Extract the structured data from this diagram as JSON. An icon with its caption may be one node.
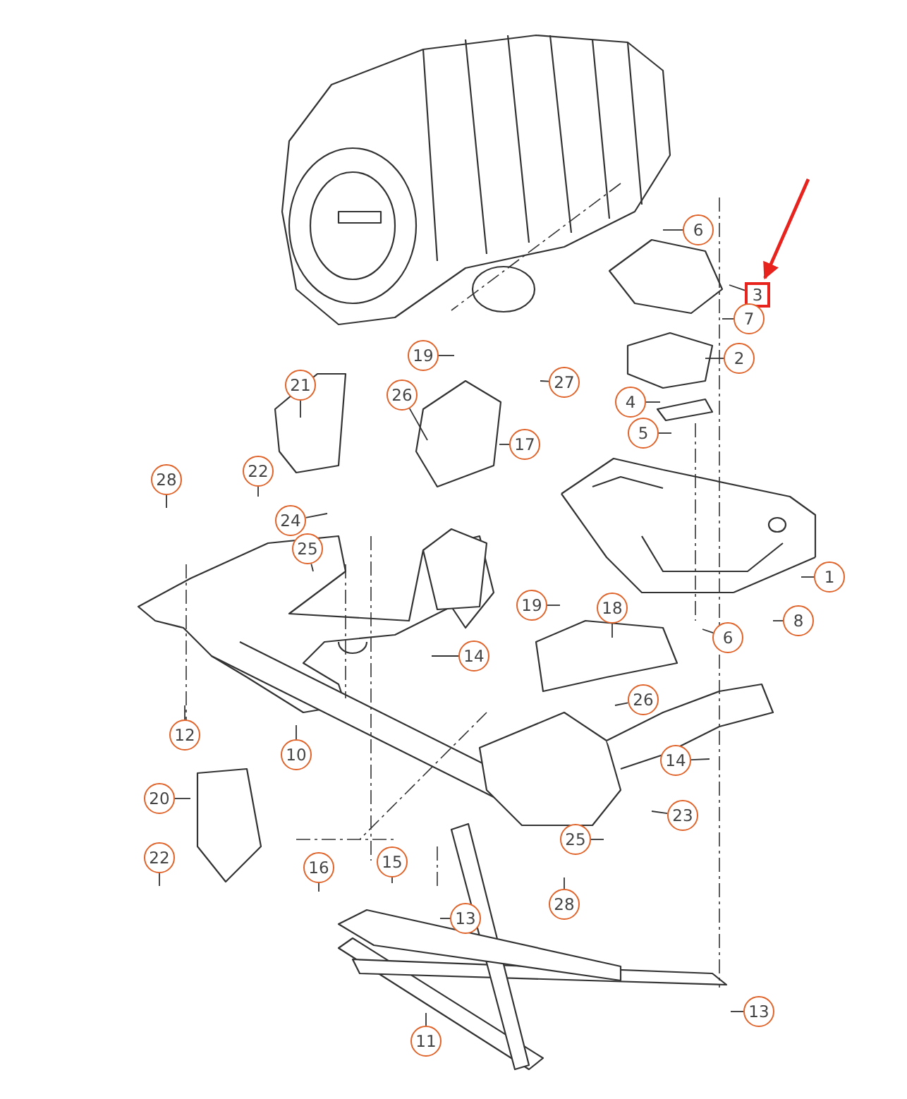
{
  "diagram": {
    "nodes": [
      {
        "text": [
          "6"
        ]
      },
      {
        "text": [
          "3"
        ]
      },
      {
        "text": [
          "7"
        ]
      },
      {
        "text": [
          "2"
        ]
      },
      {
        "text": [
          "19"
        ]
      },
      {
        "text": [
          "27"
        ]
      },
      {
        "text": [
          "26"
        ]
      },
      {
        "text": [
          "21"
        ]
      },
      {
        "text": [
          "4"
        ]
      },
      {
        "text": [
          "17"
        ]
      },
      {
        "text": [
          "5"
        ]
      },
      {
        "text": [
          "22"
        ]
      },
      {
        "text": [
          "28"
        ]
      },
      {
        "text": [
          "24"
        ]
      },
      {
        "text": [
          "25"
        ]
      },
      {
        "text": [
          "1"
        ]
      },
      {
        "text": [
          "19"
        ]
      },
      {
        "text": [
          "18"
        ]
      },
      {
        "text": [
          "6"
        ]
      },
      {
        "text": [
          "8"
        ]
      },
      {
        "text": [
          "14"
        ]
      },
      {
        "text": [
          "12"
        ]
      },
      {
        "text": [
          "26"
        ]
      },
      {
        "text": [
          "10"
        ]
      },
      {
        "text": [
          "14"
        ]
      },
      {
        "text": [
          "20"
        ]
      },
      {
        "text": [
          "23"
        ]
      },
      {
        "text": [
          "25"
        ]
      },
      {
        "text": [
          "22"
        ]
      },
      {
        "text": [
          "16"
        ]
      },
      {
        "text": [
          "15"
        ]
      },
      {
        "text": [
          "28"
        ]
      },
      {
        "text": [
          "13"
        ]
      },
      {
        "text": [
          "13"
        ]
      },
      {
        "text": [
          "11"
        ]
      }
    ],
    "edges": [
      {
        "from": 0,
        "to": null,
        "arrow": "none"
      },
      {
        "from": 1,
        "to": null,
        "arrow": "none"
      },
      {
        "from": 2,
        "to": null,
        "arrow": "none"
      },
      {
        "from": 3,
        "to": null,
        "arrow": "none"
      },
      {
        "from": 4,
        "to": null,
        "arrow": "none"
      },
      {
        "from": 5,
        "to": null,
        "arrow": "none"
      },
      {
        "from": 6,
        "to": null,
        "arrow": "none"
      },
      {
        "from": 7,
        "to": null,
        "arrow": "none"
      },
      {
        "from": 8,
        "to": null,
        "arrow": "none"
      },
      {
        "from": 9,
        "to": null,
        "arrow": "none"
      },
      {
        "from": 10,
        "to": null,
        "arrow": "none"
      },
      {
        "from": 11,
        "to": null,
        "arrow": "none"
      },
      {
        "from": 12,
        "to": null,
        "arrow": "none"
      },
      {
        "from": 13,
        "to": null,
        "arrow": "none"
      },
      {
        "from": 14,
        "to": null,
        "arrow": "none"
      },
      {
        "from": 15,
        "to": null,
        "arrow": "none"
      },
      {
        "from": 16,
        "to": null,
        "arrow": "none"
      },
      {
        "from": 17,
        "to": null,
        "arrow": "none"
      },
      {
        "from": 18,
        "to": null,
        "arrow": "none"
      },
      {
        "from": 19,
        "to": null,
        "arrow": "none"
      },
      {
        "from": 20,
        "to": null,
        "arrow": "none"
      },
      {
        "from": 21,
        "to": null,
        "arrow": "none"
      },
      {
        "from": 22,
        "to": null,
        "arrow": "none"
      },
      {
        "from": 23,
        "to": null,
        "arrow": "none"
      },
      {
        "from": 24,
        "to": null,
        "arrow": "none"
      },
      {
        "from": 25,
        "to": null,
        "arrow": "none"
      },
      {
        "from": 26,
        "to": null,
        "arrow": "none"
      },
      {
        "from": 27,
        "to": null,
        "arrow": "none"
      },
      {
        "from": 28,
        "to": null,
        "arrow": "none"
      },
      {
        "from": 29,
        "to": null,
        "arrow": "none"
      },
      {
        "from": 30,
        "to": null,
        "arrow": "none"
      },
      {
        "from": 31,
        "to": null,
        "arrow": "none"
      },
      {
        "from": 32,
        "to": null,
        "arrow": "none"
      },
      {
        "from": 33,
        "to": null,
        "arrow": "none"
      },
      {
        "from": 34,
        "to": null,
        "arrow": "none"
      },
      {
        "from": null,
        "to": 1,
        "arrow": "to",
        "style": "thick",
        "color": "#e8231e"
      }
    ]
  }
}
